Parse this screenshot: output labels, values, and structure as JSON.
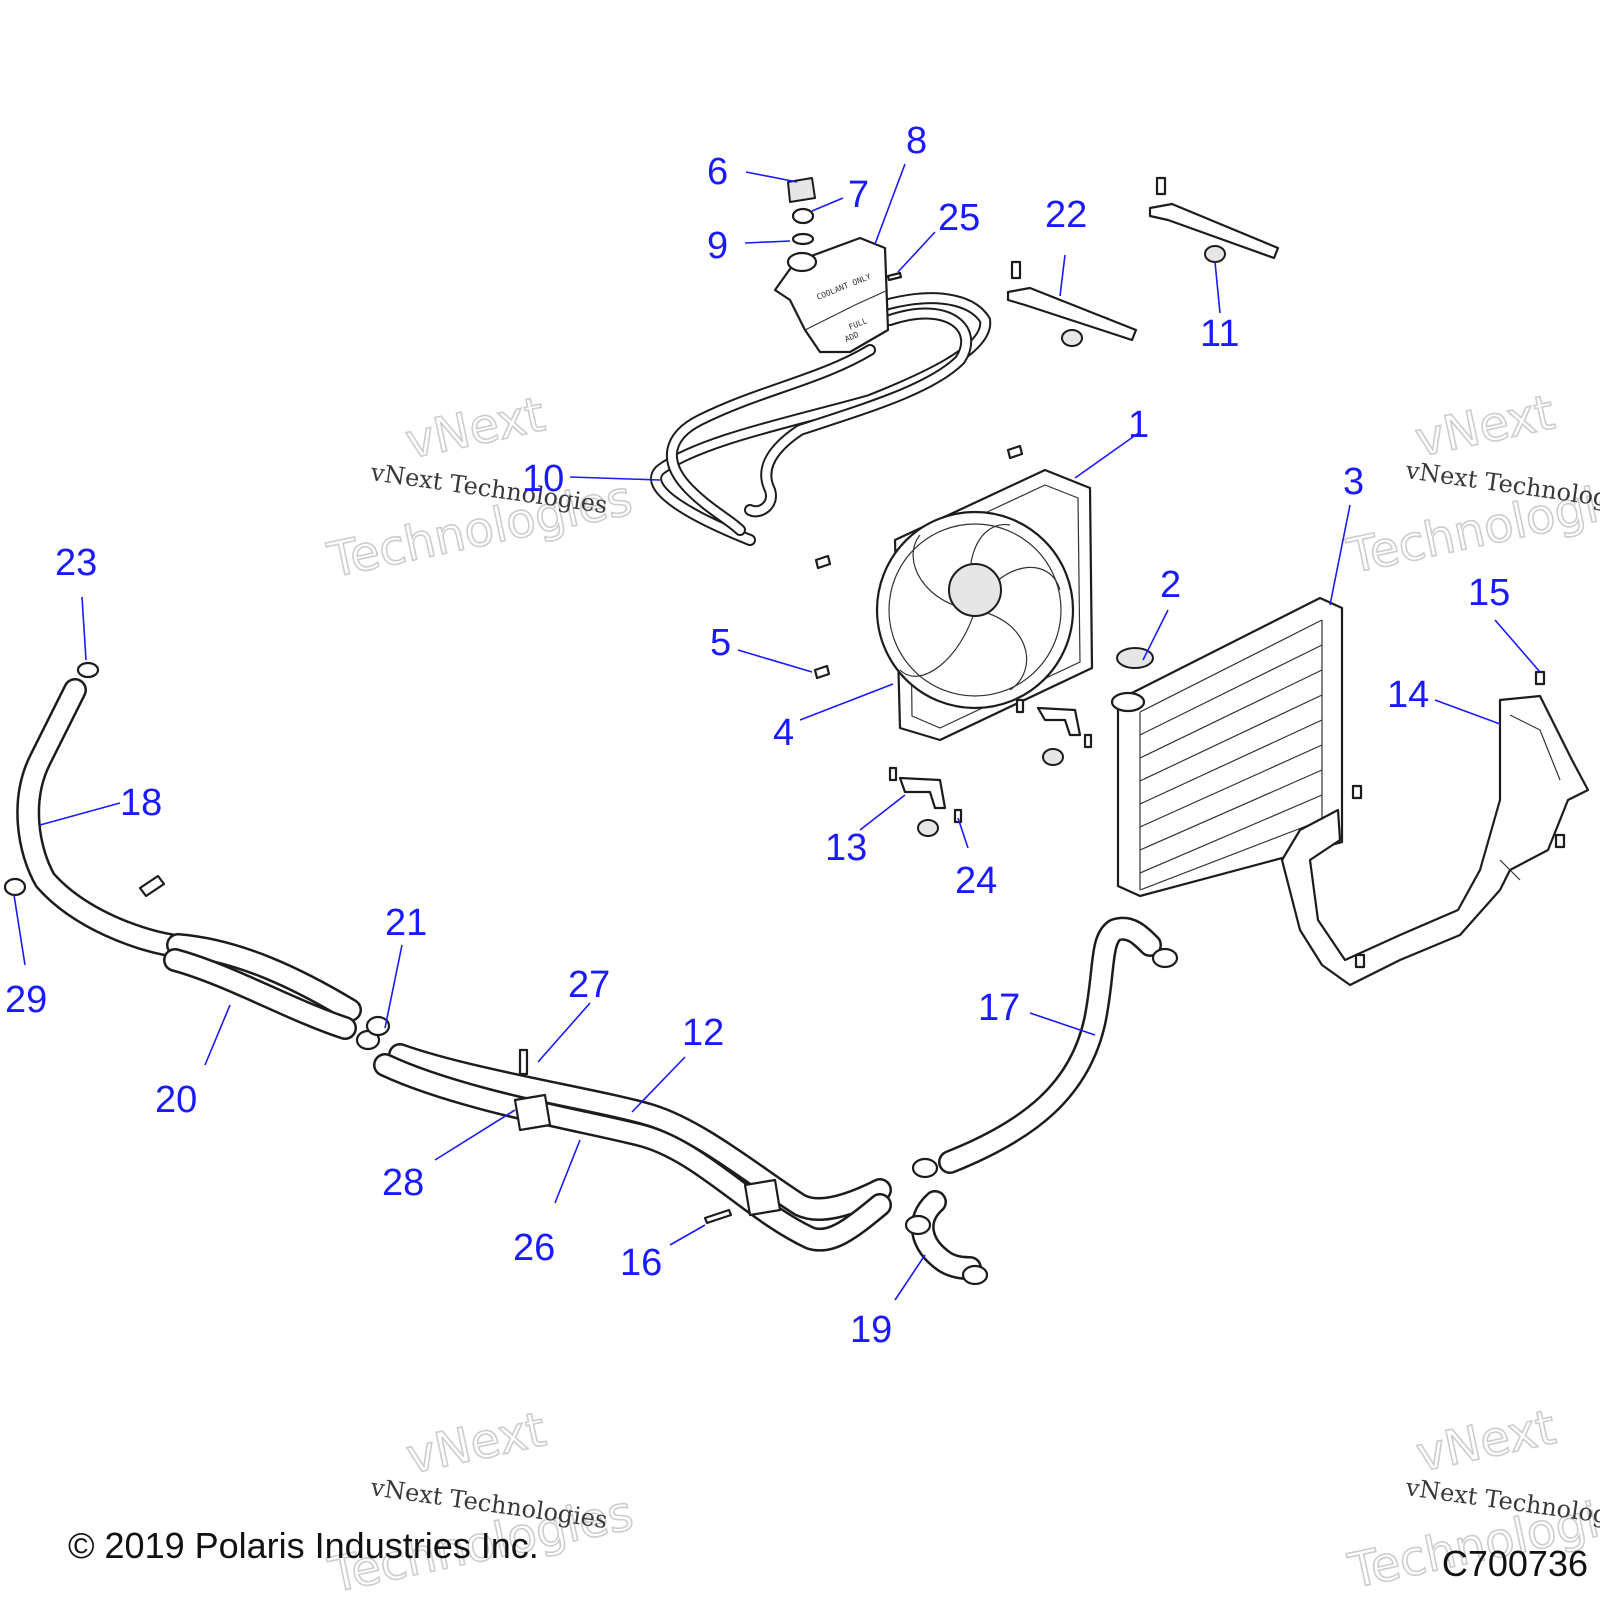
{
  "callouts": [
    {
      "label": "1"
    },
    {
      "label": "2"
    },
    {
      "label": "3"
    },
    {
      "label": "4"
    },
    {
      "label": "5"
    },
    {
      "label": "6"
    },
    {
      "label": "7"
    },
    {
      "label": "8"
    },
    {
      "label": "9"
    },
    {
      "label": "10"
    },
    {
      "label": "11"
    },
    {
      "label": "12"
    },
    {
      "label": "13"
    },
    {
      "label": "14"
    },
    {
      "label": "15"
    },
    {
      "label": "16"
    },
    {
      "label": "17"
    },
    {
      "label": "18"
    },
    {
      "label": "19"
    },
    {
      "label": "20"
    },
    {
      "label": "21"
    },
    {
      "label": "22"
    },
    {
      "label": "23"
    },
    {
      "label": "24"
    },
    {
      "label": "25"
    },
    {
      "label": "26"
    },
    {
      "label": "27"
    },
    {
      "label": "28"
    },
    {
      "label": "29"
    }
  ],
  "watermark": {
    "small": "vNext Technologies",
    "big_line1": "vNext",
    "big_line2": "Technologies"
  },
  "reservoir_text": {
    "line1": "COOLANT ONLY",
    "line2": "FULL",
    "line3": "ADD"
  },
  "footer": {
    "copyright": "© 2019 Polaris Industries Inc.",
    "figure_code": "C700736"
  }
}
